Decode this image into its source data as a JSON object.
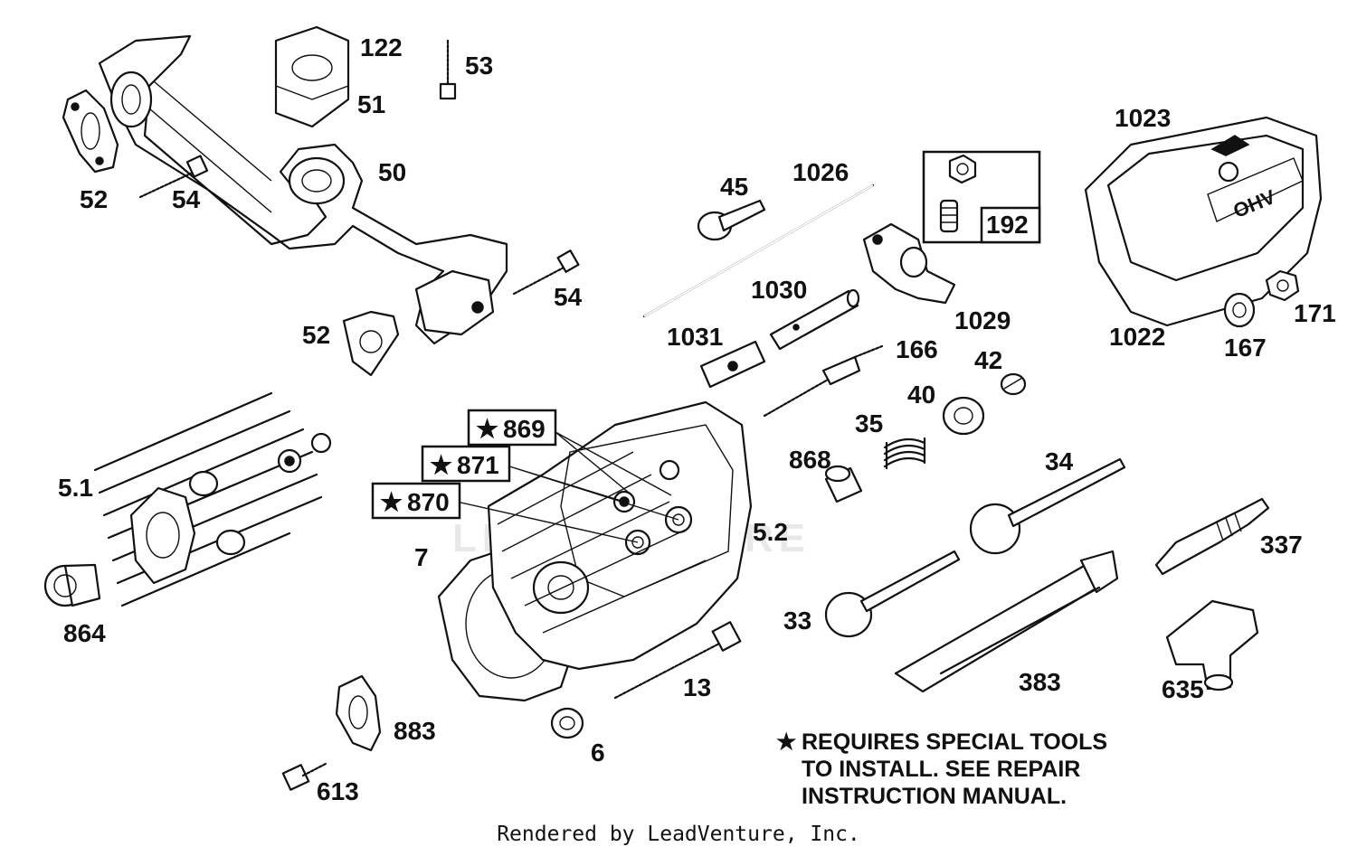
{
  "watermark": "LEADVENTURE",
  "labels": {
    "p122": "122",
    "p53": "53",
    "p51": "51",
    "p50": "50",
    "p52a": "52",
    "p54a": "54",
    "p54b": "54",
    "p52b": "52",
    "p45": "45",
    "p1026": "1026",
    "p192": "192",
    "p1023": "1023",
    "p1030": "1030",
    "p1029": "1029",
    "p1031": "1031",
    "p166": "166",
    "p42": "42",
    "p40": "40",
    "p35": "35",
    "p1022": "1022",
    "p167": "167",
    "p171": "171",
    "p869": "869",
    "p871": "871",
    "p870": "870",
    "p51_1": "5.1",
    "p52_2": "5.2",
    "p7": "7",
    "p868": "868",
    "p34": "34",
    "p337": "337",
    "p864": "864",
    "p33": "33",
    "p13": "13",
    "p383": "383",
    "p635": "635",
    "p883": "883",
    "p6": "6",
    "p613": "613"
  },
  "star_symbol": "★",
  "note": {
    "line1": "REQUIRES SPECIAL TOOLS",
    "line2": "TO INSTALL.  SEE REPAIR",
    "line3": "INSTRUCTION MANUAL."
  },
  "footer": "Rendered by LeadVenture, Inc."
}
